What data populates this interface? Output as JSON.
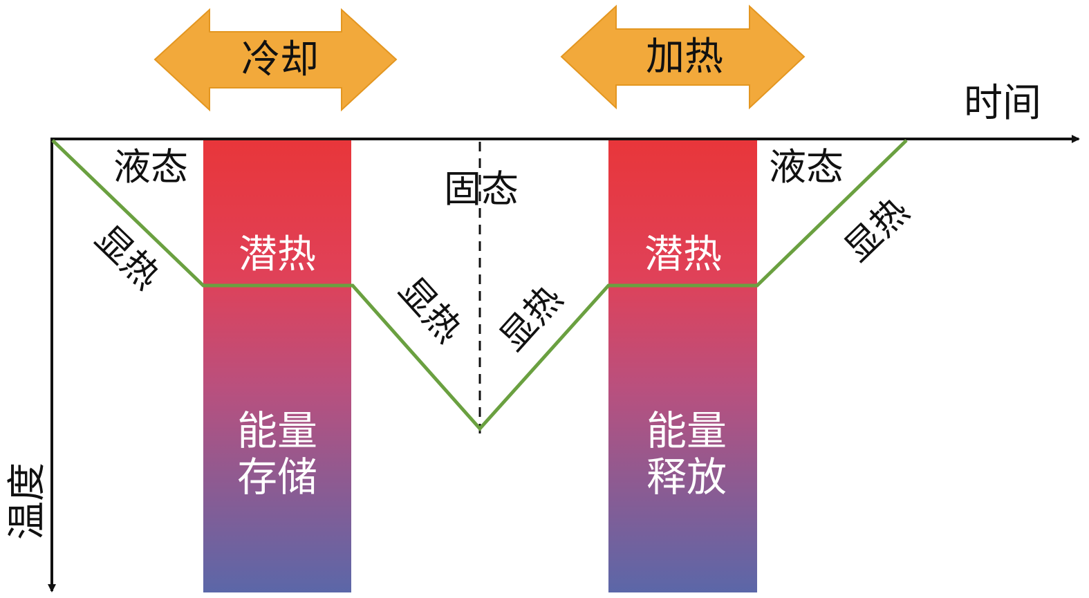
{
  "arrows": {
    "cooling": "冷却",
    "heating": "加热"
  },
  "axes": {
    "x_label": "时间",
    "y_label": "温度"
  },
  "states": {
    "liquid_left": "液态",
    "solid": "固态",
    "liquid_right": "液态"
  },
  "sensible_heat": {
    "s1": "显热",
    "s2": "显热",
    "s3": "显热",
    "s4": "显热"
  },
  "bars": {
    "storage": {
      "latent": "潜热",
      "line1": "能量",
      "line2": "存储"
    },
    "release": {
      "latent": "潜热",
      "line1": "能量",
      "line2": "释放"
    }
  },
  "colors": {
    "arrow_fill": "#F2A93B",
    "bar_top": "#E8363A",
    "bar_bottom": "#5B67A8",
    "temperature_line": "#6AA040",
    "axis": "#111111"
  }
}
